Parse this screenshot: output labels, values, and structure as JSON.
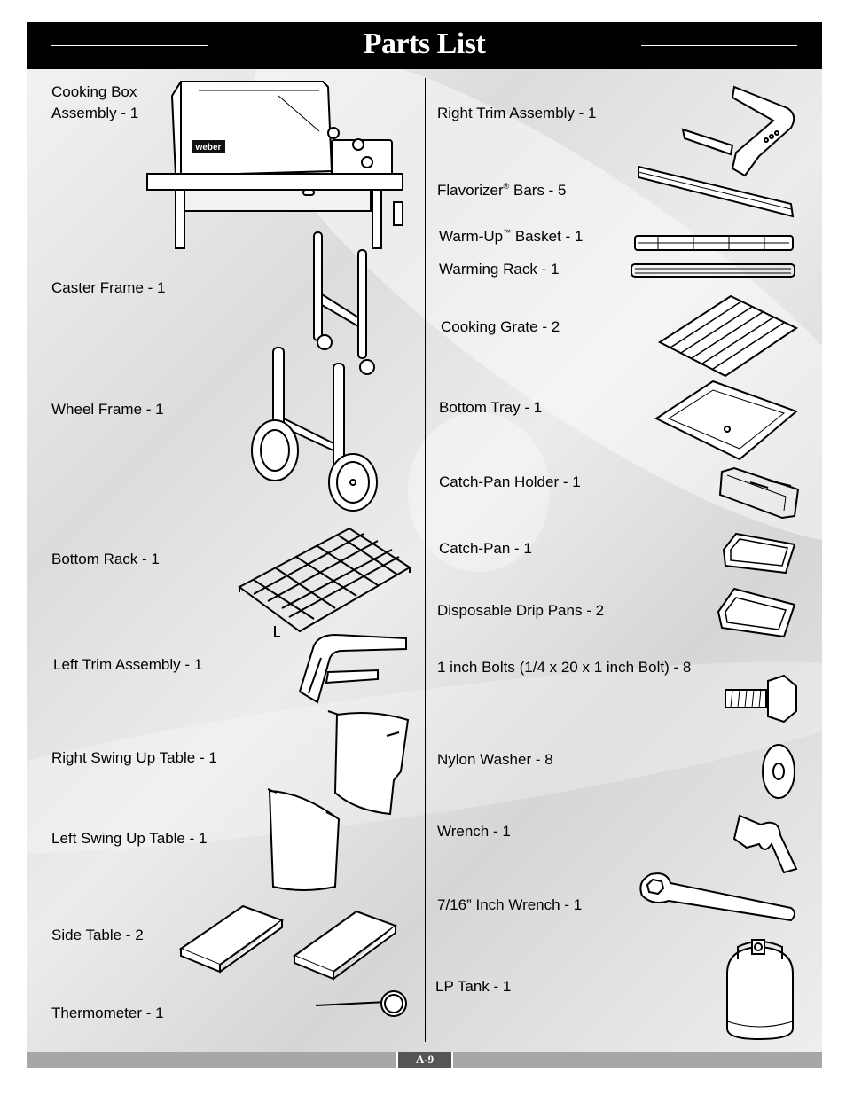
{
  "title": "Parts List",
  "page_number": "A-9",
  "left_parts": [
    {
      "label": "Cooking Box",
      "label2": "Assembly - 1",
      "icon": "cooking-box-icon"
    },
    {
      "label": "Caster Frame - 1",
      "icon": "caster-frame-icon"
    },
    {
      "label": "Wheel Frame - 1",
      "icon": "wheel-frame-icon"
    },
    {
      "label": "Bottom Rack - 1",
      "icon": "bottom-rack-icon"
    },
    {
      "label": "Left Trim Assembly - 1",
      "icon": "left-trim-icon"
    },
    {
      "label": "Right Swing Up Table - 1",
      "icon": "right-swing-table-icon"
    },
    {
      "label": "Left Swing Up Table - 1",
      "icon": "left-swing-table-icon"
    },
    {
      "label": "Side Table - 2",
      "icon": "side-table-icon"
    },
    {
      "label": "Thermometer - 1",
      "icon": "thermometer-icon"
    }
  ],
  "right_parts": [
    {
      "label": "Right Trim Assembly - 1",
      "icon": "right-trim-icon"
    },
    {
      "label": "Flavorizer",
      "sup": "®",
      "label2": " Bars - 5",
      "icon": "flavorizer-bar-icon"
    },
    {
      "label": "Warm-Up",
      "sup": "™",
      "label2": " Basket - 1",
      "icon": "warm-up-basket-icon"
    },
    {
      "label": "Warming Rack - 1",
      "icon": "warming-rack-icon"
    },
    {
      "label": "Cooking Grate - 2",
      "icon": "cooking-grate-icon"
    },
    {
      "label": "Bottom Tray - 1",
      "icon": "bottom-tray-icon"
    },
    {
      "label": "Catch-Pan Holder - 1",
      "icon": "catch-pan-holder-icon"
    },
    {
      "label": "Catch-Pan - 1",
      "icon": "catch-pan-icon"
    },
    {
      "label": "Disposable Drip Pans - 2",
      "icon": "drip-pan-icon"
    },
    {
      "label": "1 inch Bolts (1/4 x 20 x 1 inch Bolt) - 8",
      "icon": "bolt-icon"
    },
    {
      "label": "Nylon Washer - 8",
      "icon": "washer-icon"
    },
    {
      "label": "Wrench - 1",
      "icon": "wrench-icon"
    },
    {
      "label": "7/16” Inch Wrench - 1",
      "icon": "box-wrench-icon"
    },
    {
      "label": "LP Tank - 1",
      "icon": "lp-tank-icon"
    }
  ],
  "logo_text": "weber"
}
